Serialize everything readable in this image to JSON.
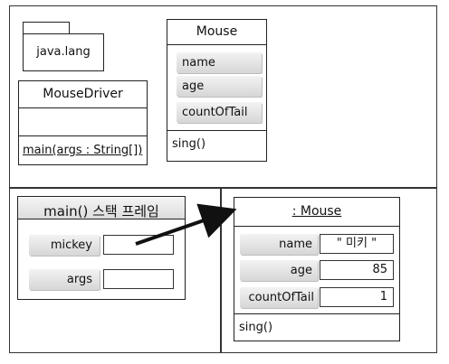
{
  "package": {
    "name": "java.lang"
  },
  "mouse_driver": {
    "name": "MouseDriver",
    "method": "main(args : String[])"
  },
  "mouse_class": {
    "name": "Mouse",
    "fields": [
      "name",
      "age",
      "countOfTail"
    ],
    "method": "sing()"
  },
  "stack_frame": {
    "title": "main() 스택 프레임",
    "vars": [
      "mickey",
      "args"
    ]
  },
  "mouse_object": {
    "title": ": Mouse",
    "fields": [
      {
        "name": "name",
        "value": "\" 미키 \""
      },
      {
        "name": "age",
        "value": "85"
      },
      {
        "name": "countOfTail",
        "value": "1"
      }
    ],
    "method": "sing()"
  }
}
